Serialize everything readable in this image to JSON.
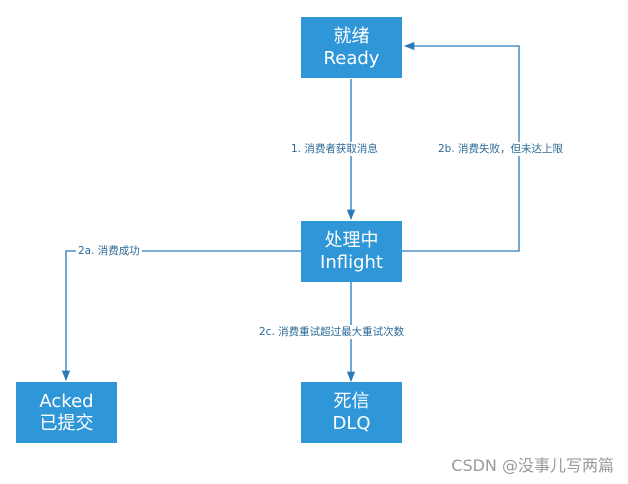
{
  "diagram": {
    "nodes": {
      "ready": {
        "line1": "就绪",
        "line2": "Ready"
      },
      "inflight": {
        "line1": "处理中",
        "line2": "Inflight"
      },
      "acked": {
        "line1": "Acked",
        "line2": "已提交"
      },
      "dlq": {
        "line1": "死信",
        "line2": "DLQ"
      }
    },
    "edges": {
      "consume": "1.  消费者获取消息",
      "fail_retry": "2b.  消费失败，但未达上限",
      "success": "2a. 消费成功",
      "dead_letter": "2c.  消费重试超过最大重试次数"
    },
    "colors": {
      "node_fill": "#2f96d8",
      "node_text": "#ffffff",
      "edge": "#2b7bbb",
      "label_text": "#2b6a96"
    }
  },
  "watermark": "CSDN @没事儿写两篇"
}
